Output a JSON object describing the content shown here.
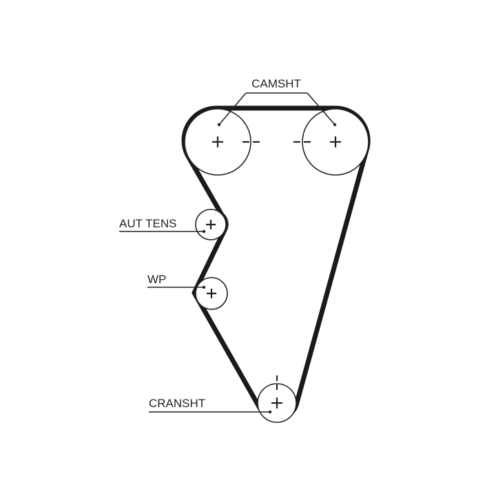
{
  "labels": {
    "camshaft": "CAMSHT",
    "tensioner": "AUT TENS",
    "water_pump": "WP",
    "crankshaft": "CRANSHT"
  },
  "colors": {
    "belt": "#1a1a1a",
    "line": "#222222",
    "background": "#ffffff"
  }
}
